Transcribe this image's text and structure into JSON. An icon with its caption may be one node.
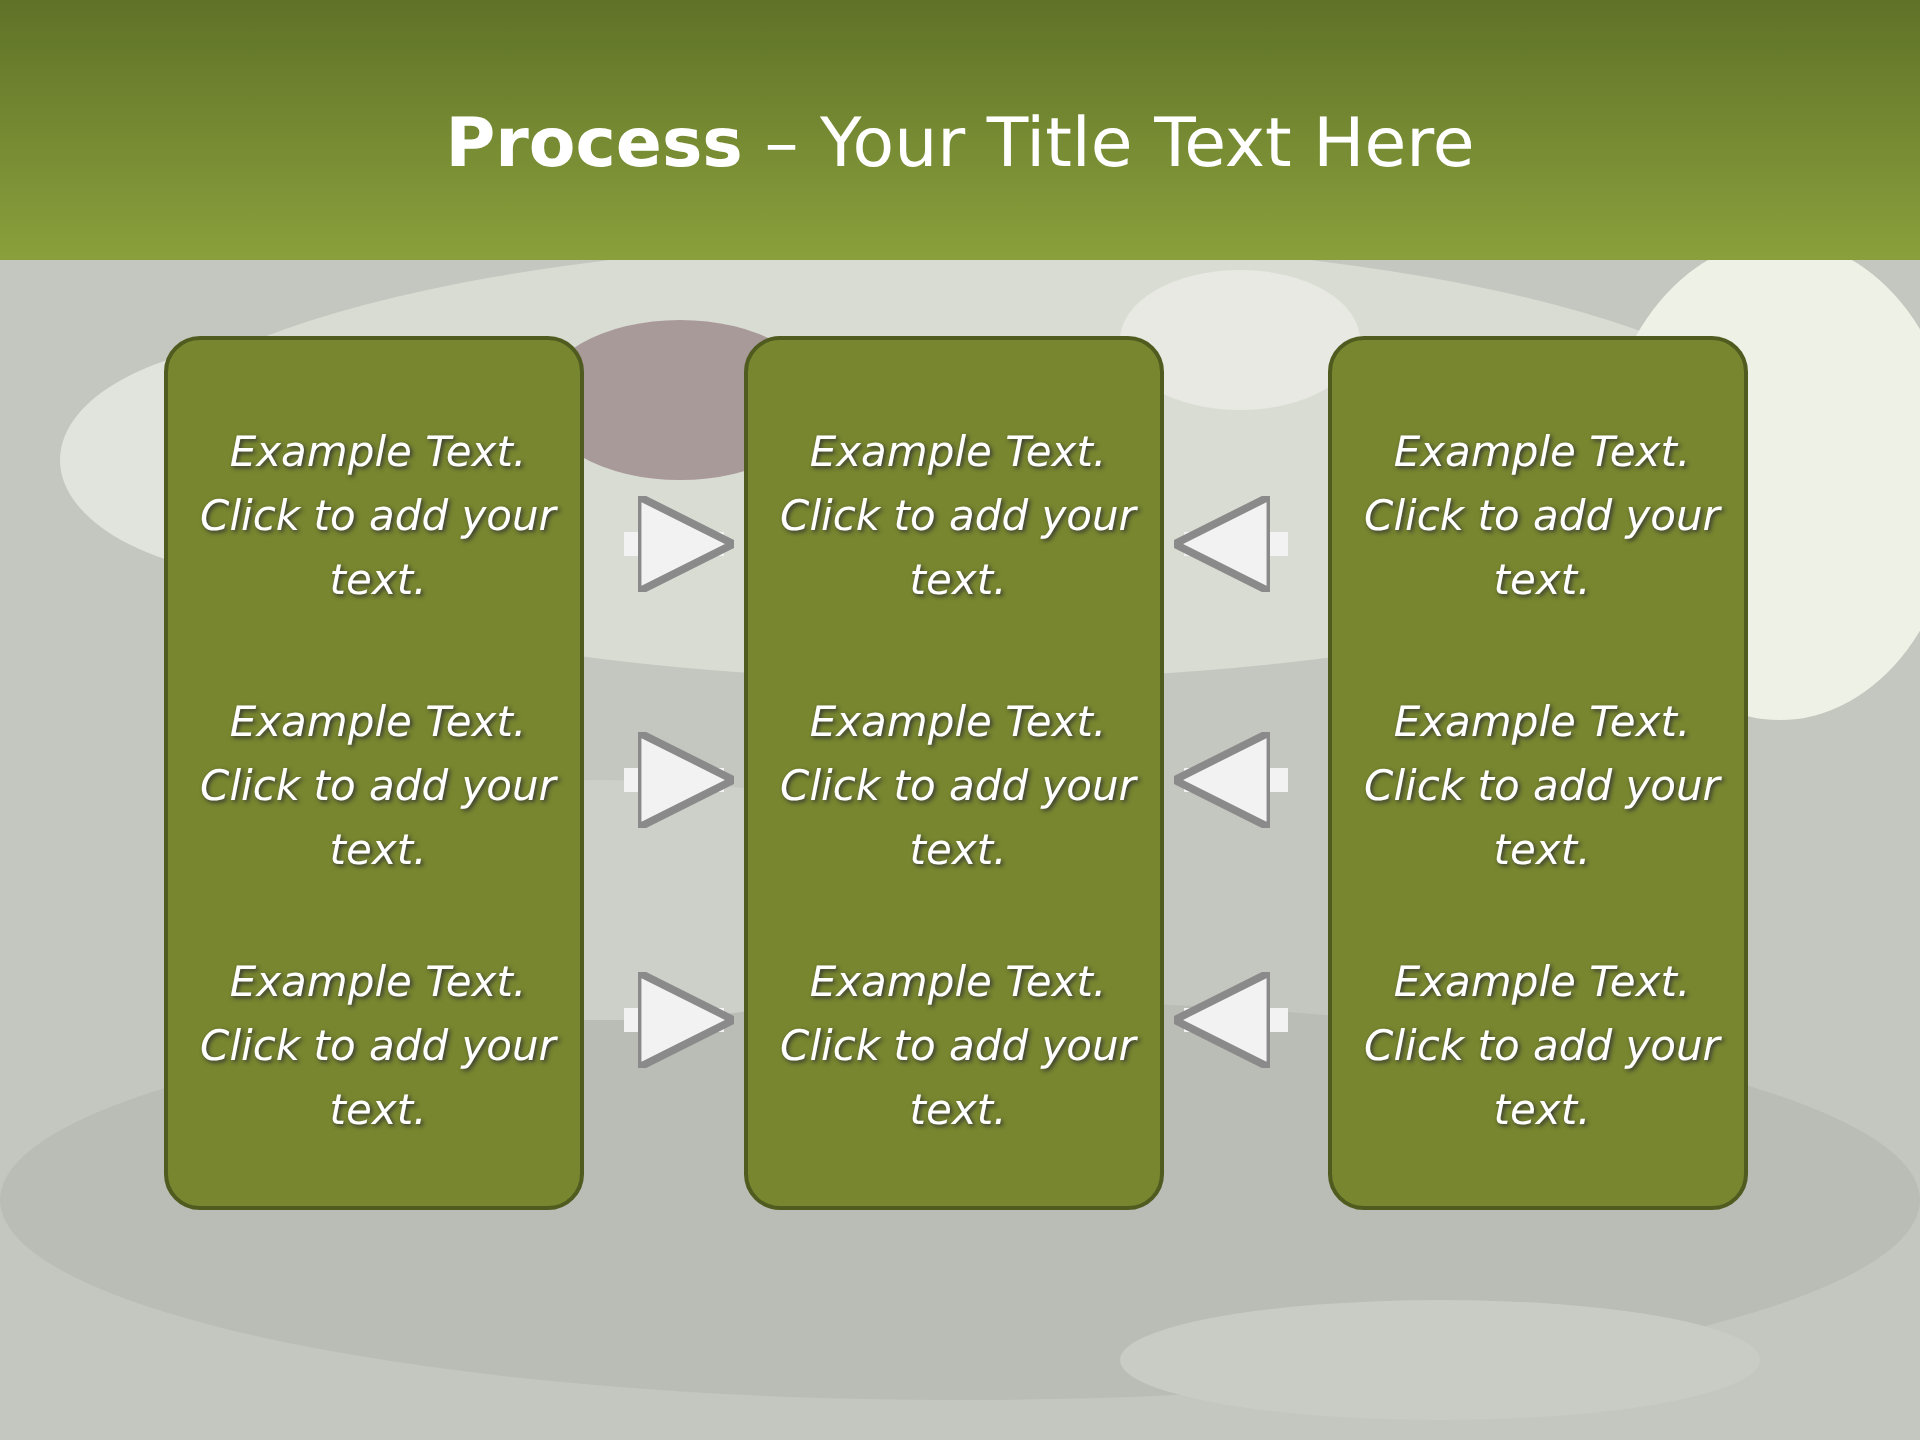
{
  "diagram": {
    "title": "**Process** – Your Title Text Here",
    "nodes": [
      {
        "text": [
          "Example Text. Click to add your text.",
          "Example Text. Click to add your text.",
          "Example Text. Click to add your text."
        ]
      },
      {
        "text": [
          "Example Text. Click to add your text.",
          "Example Text. Click to add your text.",
          "Example Text. Click to add your text."
        ]
      },
      {
        "text": [
          "Example Text. Click to add your text.",
          "Example Text. Click to add your text.",
          "Example Text. Click to add your text."
        ]
      }
    ],
    "edges": [
      {
        "from": 0,
        "to": 1,
        "arrow": "to"
      },
      {
        "from": 0,
        "to": 1,
        "arrow": "to"
      },
      {
        "from": 0,
        "to": 1,
        "arrow": "to"
      },
      {
        "from": 2,
        "to": 1,
        "arrow": "to"
      },
      {
        "from": 2,
        "to": 1,
        "arrow": "to"
      },
      {
        "from": 2,
        "to": 1,
        "arrow": "to"
      }
    ]
  }
}
